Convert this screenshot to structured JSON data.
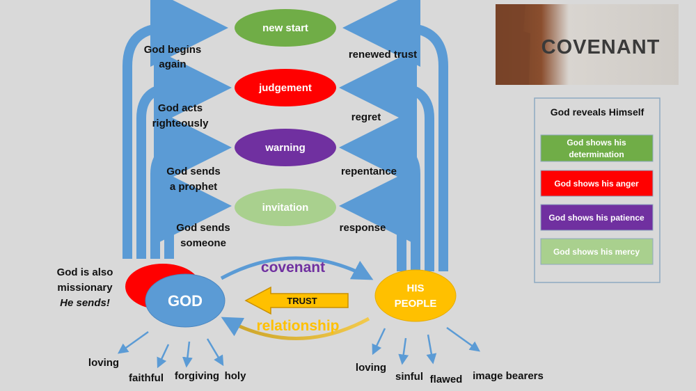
{
  "ovals": {
    "new_start": "new start",
    "judgement": "judgement",
    "warning": "warning",
    "invitation": "invitation"
  },
  "left_labels": {
    "begins_1": "God begins",
    "begins_2": "again",
    "acts_1": "God acts",
    "acts_2": "righteously",
    "prophet_1": "God sends",
    "prophet_2": "a prophet",
    "someone_1": "God sends",
    "someone_2": "someone"
  },
  "right_labels": {
    "renewed_trust": "renewed trust",
    "regret": "regret",
    "repentance": "repentance",
    "response": "response"
  },
  "god": {
    "label": "GOD",
    "missionary_1": "God is also",
    "missionary_2": "missionary",
    "missionary_3": "He sends!"
  },
  "people": {
    "line1": "HIS",
    "line2": "PEOPLE"
  },
  "covenant_word": "covenant",
  "trust_label": "TRUST",
  "relationship_word": "relationship",
  "god_traits": [
    "loving",
    "faithful",
    "forgiving",
    "holy"
  ],
  "people_traits": [
    "loving",
    "sinful",
    "flawed",
    "image bearers"
  ],
  "image_title": "COVENANT",
  "legend": {
    "title": "God reveals Himself",
    "items": [
      {
        "line1": "God shows his",
        "line2": "determination",
        "color": "#70ad47"
      },
      {
        "line1": "God shows his anger",
        "line2": "",
        "color": "#ff0000"
      },
      {
        "line1": "God shows his patience",
        "line2": "",
        "color": "#7030a0"
      },
      {
        "line1": "God shows his mercy",
        "line2": "",
        "color": "#a9d08e"
      }
    ]
  },
  "colors": {
    "arrow_blue": "#5b9bd5",
    "new_start": "#70ad47",
    "judgement": "#ff0000",
    "warning": "#7030a0",
    "invitation": "#a9d08e",
    "god": "#5b9bd5",
    "people": "#ffc000"
  }
}
